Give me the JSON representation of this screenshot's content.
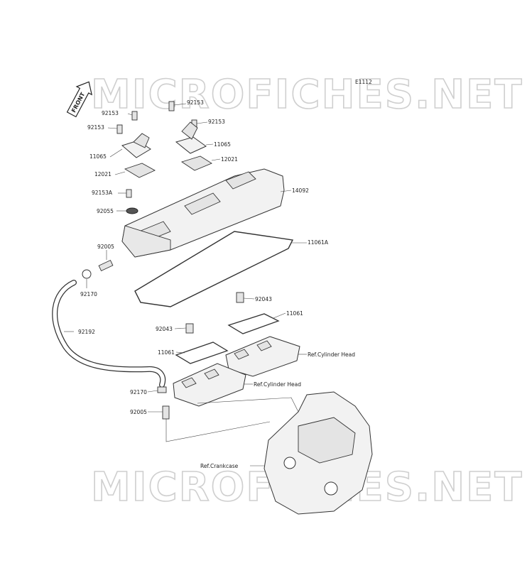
{
  "diagram_code": "E1112",
  "front_arrow": "FRONT",
  "watermark": "MICROFICHES.NET",
  "parts": [
    {
      "id": "p92153a",
      "label": "92153"
    },
    {
      "id": "p92153b",
      "label": "92153"
    },
    {
      "id": "p92153c",
      "label": "92153"
    },
    {
      "id": "p92153d",
      "label": "92153"
    },
    {
      "id": "p11065a",
      "label": "11065"
    },
    {
      "id": "p11065b",
      "label": "11065"
    },
    {
      "id": "p12021a",
      "label": "12021"
    },
    {
      "id": "p12021b",
      "label": "12021"
    },
    {
      "id": "p92153A",
      "label": "92153A"
    },
    {
      "id": "p14092",
      "label": "14092"
    },
    {
      "id": "p92055",
      "label": "92055"
    },
    {
      "id": "p11061A",
      "label": "11061A"
    },
    {
      "id": "p92005a",
      "label": "92005"
    },
    {
      "id": "p92170a",
      "label": "92170"
    },
    {
      "id": "p92043a",
      "label": "92043"
    },
    {
      "id": "p11061a",
      "label": "11061"
    },
    {
      "id": "p92192",
      "label": "92192"
    },
    {
      "id": "p92043b",
      "label": "92043"
    },
    {
      "id": "p11061b",
      "label": "11061"
    },
    {
      "id": "pRefHead1",
      "label": "Ref.Cylinder Head"
    },
    {
      "id": "pRefHead2",
      "label": "Ref.Cylinder Head"
    },
    {
      "id": "p92170b",
      "label": "92170"
    },
    {
      "id": "p92005b",
      "label": "92005"
    },
    {
      "id": "pRefCrank",
      "label": "Ref.Crankcase"
    }
  ]
}
